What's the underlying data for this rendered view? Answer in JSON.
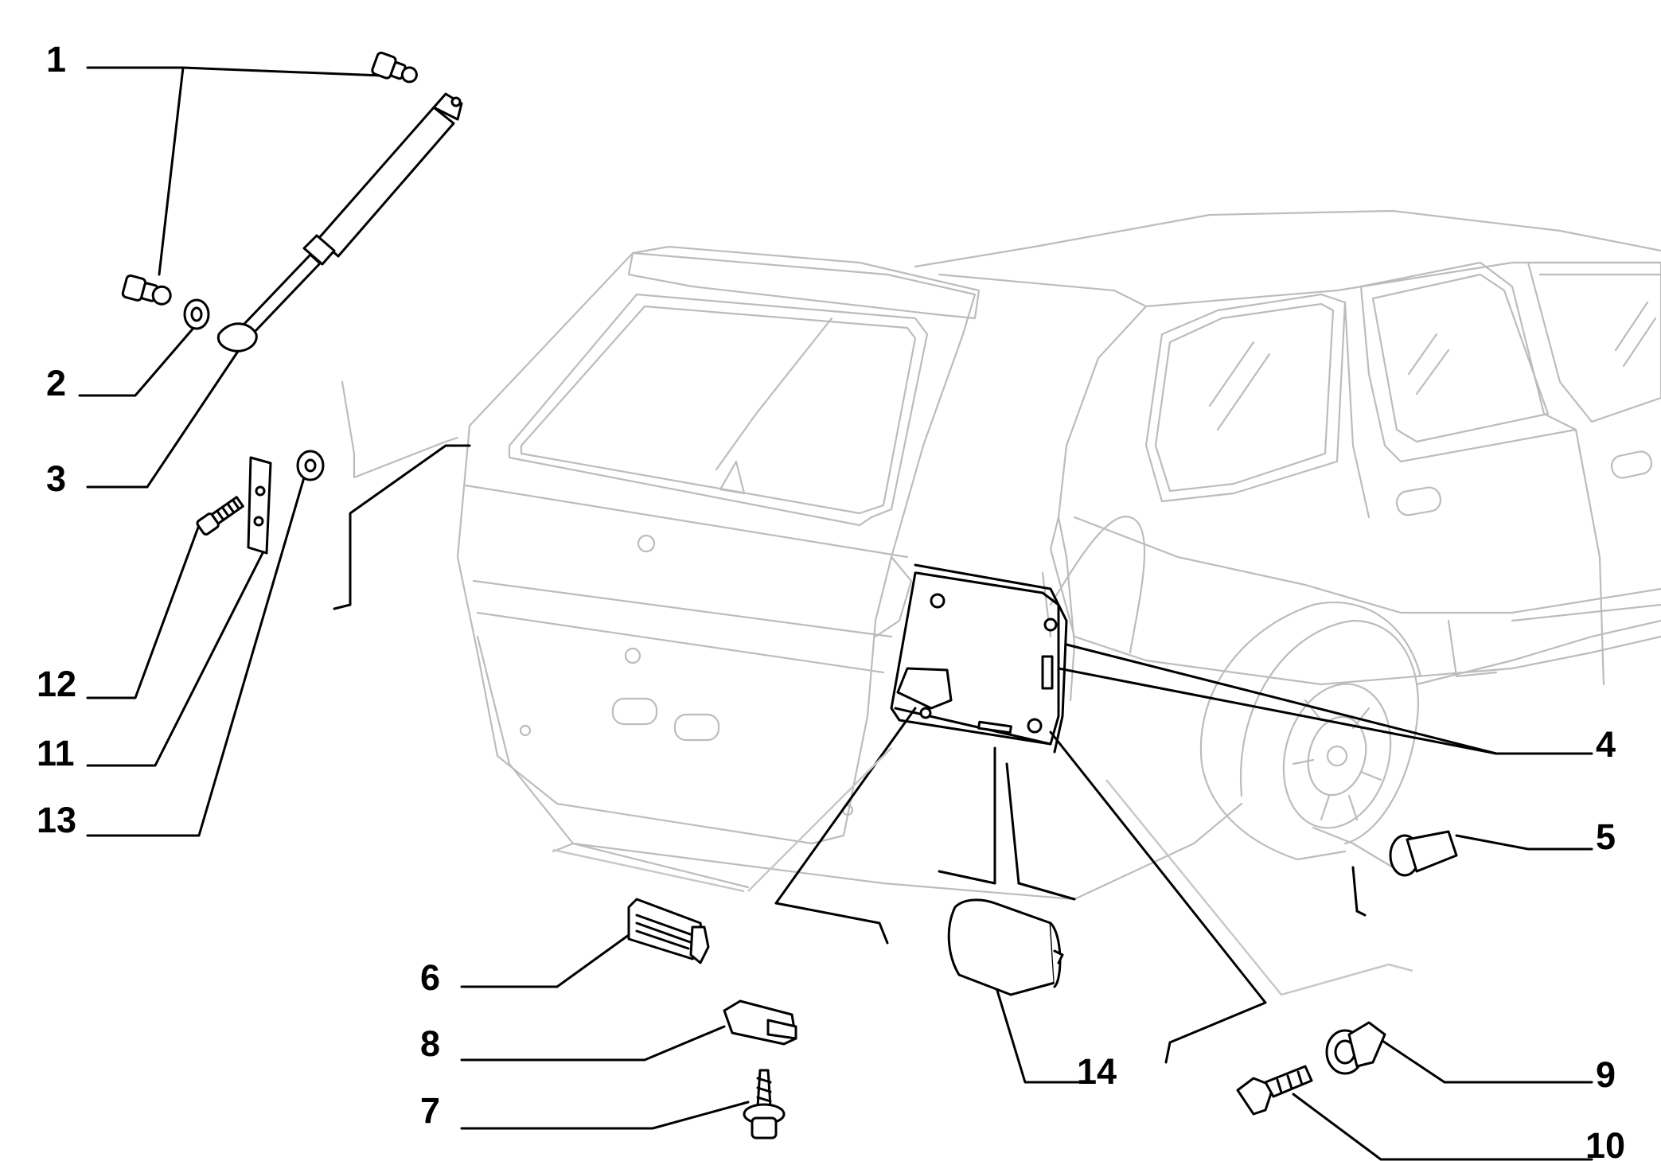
{
  "callouts": [
    "1",
    "2",
    "3",
    "4",
    "5",
    "6",
    "7",
    "8",
    "9",
    "10",
    "11",
    "12",
    "13",
    "14"
  ],
  "parts": [
    {
      "id": "1",
      "icon": "ball-stud-icon"
    },
    {
      "id": "2",
      "icon": "washer-icon"
    },
    {
      "id": "3",
      "icon": "gas-strut-icon"
    },
    {
      "id": "4",
      "icon": "license-plate-panel-icon"
    },
    {
      "id": "5",
      "icon": "plastic-rivet-icon"
    },
    {
      "id": "6",
      "icon": "license-plate-lamp-icon"
    },
    {
      "id": "7",
      "icon": "screw-icon"
    },
    {
      "id": "8",
      "icon": "lamp-holder-icon"
    },
    {
      "id": "9",
      "icon": "clip-icon"
    },
    {
      "id": "10",
      "icon": "fastener-icon"
    },
    {
      "id": "11",
      "icon": "bracket-plate-icon"
    },
    {
      "id": "12",
      "icon": "bolt-icon"
    },
    {
      "id": "13",
      "icon": "nut-icon"
    },
    {
      "id": "14",
      "icon": "cover-icon"
    }
  ],
  "colors": {
    "background": "#ffffff",
    "car_outline": "#bcbcbc",
    "parts": "#000000"
  }
}
